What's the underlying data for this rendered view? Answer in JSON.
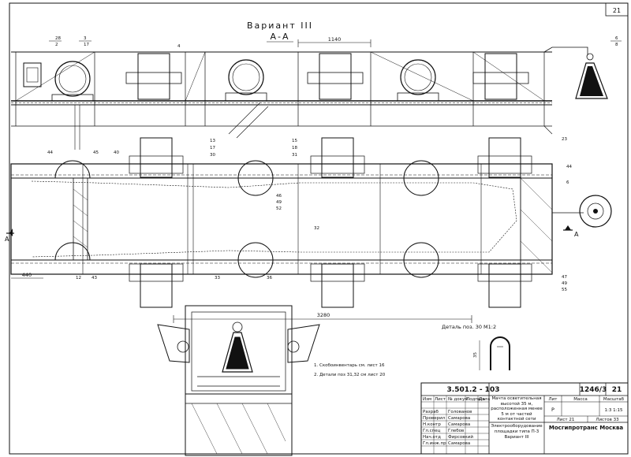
{
  "sheet_number": "21",
  "header": {
    "variant_title": "Вариант III",
    "section_label": "А-А"
  },
  "dimensions": {
    "dim_1140": "1140",
    "dim_3280": "3280",
    "dim_440": "440"
  },
  "callouts": {
    "c_28_2": [
      "28",
      "2"
    ],
    "c_3_17": [
      "3",
      "17"
    ],
    "c_4": "4",
    "c_6_8": [
      "6",
      "8"
    ],
    "c_13_17_30": [
      "13",
      "17",
      "30"
    ],
    "c_15_18_31": [
      "15",
      "18",
      "31"
    ],
    "c_23": "23",
    "c_44_left": "44",
    "c_45": "45",
    "c_40": "40",
    "c_44_right": "44",
    "c_6_right": "6",
    "c_46_49_52": [
      "46",
      "49",
      "52"
    ],
    "c_32": "32",
    "c_47_49_55": [
      "47",
      "49",
      "55"
    ],
    "c_12": "12",
    "c_43": "43",
    "c_33": "33",
    "c_36": "36",
    "section_mark_left": "А",
    "section_mark_right": "А"
  },
  "detail_label": "Деталь поз. 30 М1:2",
  "detail_dim": "35",
  "notes": [
    "1. Скобоинвентарь см. лист 16",
    "2. Детали поз 31,32 см лист 20"
  ],
  "title_block": {
    "doc_code": "3.501.2 - 103",
    "order_no": "1246/3",
    "page_no": "21",
    "object_title": "Мачта осветительная высотой 35 м, расположенная менее 5 м от частей контактной сети",
    "drawing_title": "Электрооборудование площадки типа П-3 Вариант III",
    "stage_header": "Лит",
    "sheet_header": "Масса",
    "scale_header": "Масштаб",
    "stage_value": "Р",
    "scale_value": "1:3 1:15",
    "sheet_label": "Лист 21",
    "sheets_label": "Листов 33",
    "organization": "Мосгипротранс Москва",
    "table_headers": [
      "Изм",
      "Лист",
      "№ докум",
      "Подпись",
      "Дата"
    ],
    "roles": [
      {
        "role": "Разраб",
        "name": "Голованов"
      },
      {
        "role": "Проверил",
        "name": "Самарова"
      },
      {
        "role": "Н.контр",
        "name": "Самарова"
      },
      {
        "role": "Гл.спец",
        "name": "Глебов"
      },
      {
        "role": "Нач.отд",
        "name": "Фирсовкий"
      },
      {
        "role": "Гл.инж.пр",
        "name": "Самарова"
      }
    ]
  }
}
